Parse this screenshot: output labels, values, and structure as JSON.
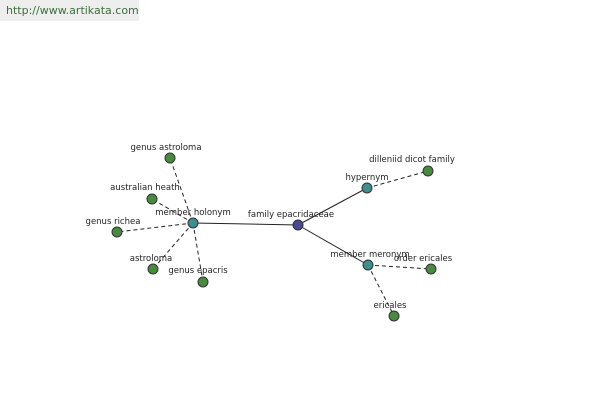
{
  "header": {
    "watermark": "http://www.artikata.com"
  },
  "colors": {
    "center": "#4a4a90",
    "relation": "#3f8f8f",
    "leaf": "#4a8a40"
  },
  "graph": {
    "nodes": [
      {
        "id": "center",
        "label": "family epacridaceae",
        "kind": "center"
      },
      {
        "id": "member-holonym",
        "label": "member holonym",
        "kind": "relation"
      },
      {
        "id": "hypernym",
        "label": "hypernym",
        "kind": "relation"
      },
      {
        "id": "member-meronym",
        "label": "member meronym",
        "kind": "relation"
      },
      {
        "id": "genus-astroloma",
        "label": "genus astroloma",
        "kind": "leaf"
      },
      {
        "id": "australian-heath",
        "label": "australian heath",
        "kind": "leaf"
      },
      {
        "id": "genus-richea",
        "label": "genus richea",
        "kind": "leaf"
      },
      {
        "id": "astroloma",
        "label": "astroloma",
        "kind": "leaf"
      },
      {
        "id": "genus-epacris",
        "label": "genus epacris",
        "kind": "leaf"
      },
      {
        "id": "dilleniid-dicot-family",
        "label": "dilleniid dicot family",
        "kind": "leaf"
      },
      {
        "id": "order-ericales",
        "label": "order ericales",
        "kind": "leaf"
      },
      {
        "id": "ericales",
        "label": "ericales",
        "kind": "leaf"
      }
    ],
    "edges": [
      {
        "from": "center",
        "to": "member-holonym",
        "style": "solid"
      },
      {
        "from": "center",
        "to": "hypernym",
        "style": "solid"
      },
      {
        "from": "center",
        "to": "member-meronym",
        "style": "solid"
      },
      {
        "from": "member-holonym",
        "to": "genus-astroloma",
        "style": "dashed"
      },
      {
        "from": "member-holonym",
        "to": "australian-heath",
        "style": "dashed"
      },
      {
        "from": "member-holonym",
        "to": "genus-richea",
        "style": "dashed"
      },
      {
        "from": "member-holonym",
        "to": "astroloma",
        "style": "dashed"
      },
      {
        "from": "member-holonym",
        "to": "genus-epacris",
        "style": "dashed"
      },
      {
        "from": "hypernym",
        "to": "dilleniid-dicot-family",
        "style": "dashed"
      },
      {
        "from": "member-meronym",
        "to": "order-ericales",
        "style": "dashed"
      },
      {
        "from": "member-meronym",
        "to": "ericales",
        "style": "dashed"
      }
    ]
  }
}
